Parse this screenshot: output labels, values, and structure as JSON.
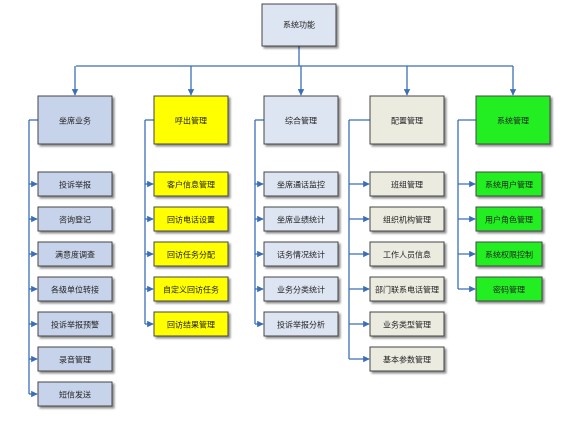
{
  "root": {
    "label": "系统功能"
  },
  "colors": {
    "line": "#3a6fb8",
    "border": "#444444",
    "default_fill": "#c7d3ea",
    "light_fill": "#dde4f2",
    "yellow": "#ffff00",
    "green": "#22ee22",
    "beige": "#ecebe0"
  },
  "columns": [
    {
      "label": "坐席业务",
      "theme": "blue",
      "items": [
        "投诉举报",
        "咨询登记",
        "满意度调查",
        "各级单位转接",
        "投诉举报预警",
        "录音管理",
        "短信发送"
      ]
    },
    {
      "label": "呼出管理",
      "theme": "yellow",
      "items": [
        "客户信息管理",
        "回访电话设置",
        "回访任务分配",
        "自定义回访任务",
        "回访结果管理"
      ]
    },
    {
      "label": "综合管理",
      "theme": "light",
      "items": [
        "坐席通话监控",
        "坐席业绩统计",
        "话务情况统计",
        "业务分类统计",
        "投诉举报分析"
      ]
    },
    {
      "label": "配置管理",
      "theme": "beige",
      "items": [
        "班组管理",
        "组织机构管理",
        "工作人员信息",
        "部门联系电话管理",
        "业务类型管理",
        "基本参数管理"
      ]
    },
    {
      "label": "系统管理",
      "theme": "green",
      "items": [
        "系统用户管理",
        "用户角色管理",
        "系统权限控制",
        "密码管理"
      ]
    }
  ]
}
